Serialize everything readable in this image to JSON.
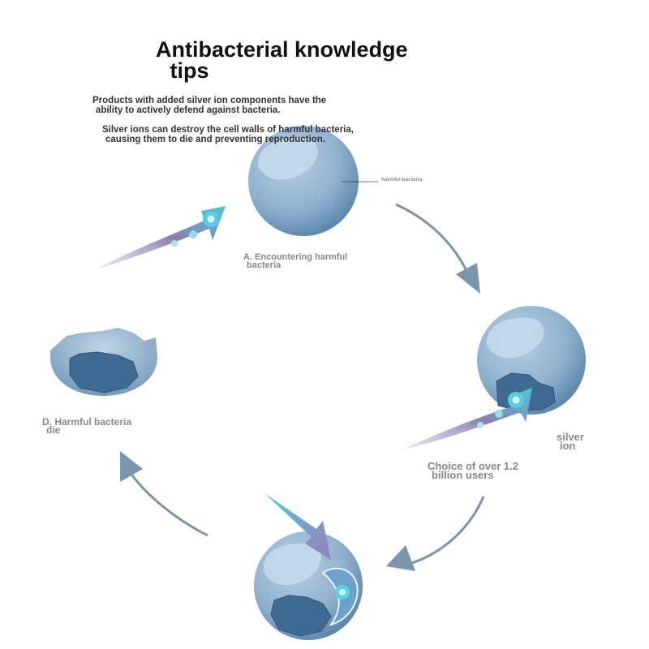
{
  "title": {
    "line1": "Antibacterial knowledge",
    "line2": " tips"
  },
  "intro": {
    "line1": "Products with added silver ion components have the",
    "line2": "ability to actively defend against bacteria.",
    "line3": "Silver ions can destroy the cell walls of harmful bacteria,",
    "line4": "causing them to die and preventing reproduction."
  },
  "labels": {
    "harmful_bacteria": "harmful bacteria",
    "step_a_line1": "A. Encountering harmful",
    "step_a_line2": "bacteria",
    "step_d_line1": "D. Harmful bacteria",
    "step_d_line2": "die",
    "silver_line1": "silver",
    "silver_line2": "ion",
    "users_line1": "Choice of over 1.2",
    "users_line2": "billion users"
  },
  "colors": {
    "cell_light": "#b3cbe0",
    "cell_mid": "#86a9c9",
    "cell_dark": "#4e7aa3",
    "nucleus": "#3f6b93",
    "cycle_arrow": "#7a95ac",
    "ion_arrow_start": "#8a7fb0",
    "ion_arrow_end": "#55c3d6"
  }
}
